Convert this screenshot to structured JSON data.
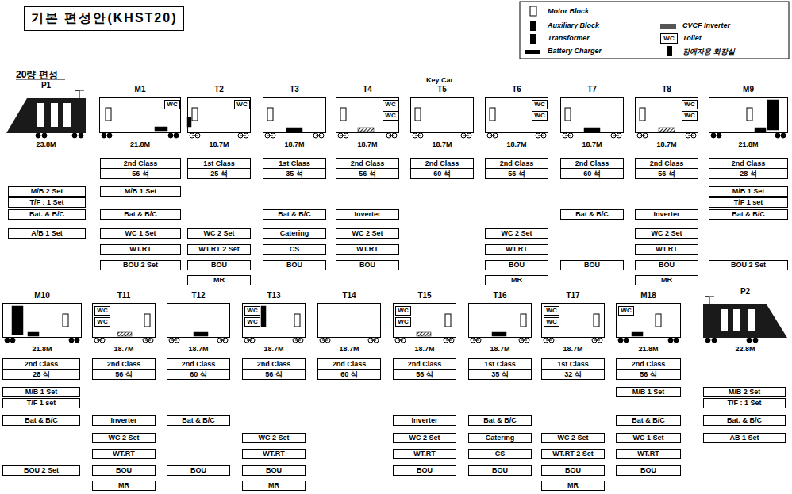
{
  "diagram": {
    "title": "기본 편성안(KHST20)",
    "nodes": [
      {
        "text": [
          "P1"
        ]
      },
      {
        "text": [
          "M/B 2 Set"
        ]
      },
      {
        "text": [
          "T/F : 1 Set"
        ]
      },
      {
        "text": [
          "Bat. & B/C"
        ]
      },
      {
        "text": [
          "A/B 1 Set"
        ]
      },
      {
        "text": [
          "M1"
        ]
      },
      {
        "text": [
          "WC"
        ],
        "in": 5
      },
      {
        "text": [
          "2nd Class"
        ]
      },
      {
        "text": [
          "56 석"
        ]
      },
      {
        "text": [
          "M/B 1 Set"
        ]
      },
      {
        "text": [
          "Bat & B/C"
        ]
      },
      {
        "text": [
          "WC 1 Set"
        ]
      },
      {
        "text": [
          "WT.RT"
        ]
      },
      {
        "text": [
          "BOU 2 Set"
        ]
      },
      {
        "text": [
          "T2"
        ]
      },
      {
        "text": [
          "WC"
        ],
        "in": 14
      },
      {
        "text": [
          "1st Class"
        ]
      },
      {
        "text": [
          "25 석"
        ]
      },
      {
        "text": [
          "WC 2 Set"
        ]
      },
      {
        "text": [
          "WT.RT 2 Set"
        ]
      },
      {
        "text": [
          "BOU"
        ]
      },
      {
        "text": [
          "MR"
        ]
      },
      {
        "text": [
          "T3"
        ]
      },
      {
        "text": [
          "1st Class"
        ]
      },
      {
        "text": [
          "35 석"
        ]
      },
      {
        "text": [
          "Bat & B/C"
        ]
      },
      {
        "text": [
          "Catering"
        ]
      },
      {
        "text": [
          "CS"
        ]
      },
      {
        "text": [
          "BOU"
        ]
      },
      {
        "text": [
          "T4"
        ]
      },
      {
        "text": [
          "WC"
        ],
        "in": 29
      },
      {
        "text": [
          "WC"
        ],
        "in": 29
      },
      {
        "text": [
          "2nd Class"
        ]
      },
      {
        "text": [
          "56 석"
        ]
      },
      {
        "text": [
          "Inverter"
        ]
      },
      {
        "text": [
          "WC 2 Set"
        ]
      },
      {
        "text": [
          "WT.RT"
        ]
      },
      {
        "text": [
          "BOU"
        ]
      },
      {
        "text": [
          "T5"
        ]
      },
      {
        "text": [
          "2nd Class"
        ]
      },
      {
        "text": [
          "60 석"
        ]
      },
      {
        "text": [
          "T6"
        ]
      },
      {
        "text": [
          "WC"
        ],
        "in": 41
      },
      {
        "text": [
          "WC"
        ],
        "in": 41
      },
      {
        "text": [
          "2nd Class"
        ]
      },
      {
        "text": [
          "56 석"
        ]
      },
      {
        "text": [
          "WC 2 Set"
        ]
      },
      {
        "text": [
          "WT.RT"
        ]
      },
      {
        "text": [
          "BOU"
        ]
      },
      {
        "text": [
          "MR"
        ]
      },
      {
        "text": [
          "T7"
        ]
      },
      {
        "text": [
          "2nd Class"
        ]
      },
      {
        "text": [
          "60 석"
        ]
      },
      {
        "text": [
          "Bat & B/C"
        ]
      },
      {
        "text": [
          "BOU"
        ]
      },
      {
        "text": [
          "T8"
        ]
      },
      {
        "text": [
          "WC"
        ],
        "in": 55
      },
      {
        "text": [
          "WC"
        ],
        "in": 55
      },
      {
        "text": [
          "2nd Class"
        ]
      },
      {
        "text": [
          "56 석"
        ]
      },
      {
        "text": [
          "Inverter"
        ]
      },
      {
        "text": [
          "WC 2 Set"
        ]
      },
      {
        "text": [
          "WT.RT"
        ]
      },
      {
        "text": [
          "BOU"
        ]
      },
      {
        "text": [
          "MR"
        ]
      },
      {
        "text": [
          "M9"
        ]
      },
      {
        "text": [
          "2nd Class"
        ]
      },
      {
        "text": [
          "28 석"
        ]
      },
      {
        "text": [
          "M/B 1 Set"
        ]
      },
      {
        "text": [
          "T/F 1 set"
        ]
      },
      {
        "text": [
          "Bat & B/C"
        ]
      },
      {
        "text": [
          "BOU 2 Set"
        ]
      },
      {
        "text": [
          "M10"
        ]
      },
      {
        "text": [
          "2nd Class"
        ]
      },
      {
        "text": [
          "28 석"
        ]
      },
      {
        "text": [
          "M/B 1 Set"
        ]
      },
      {
        "text": [
          "T/F 1 set"
        ]
      },
      {
        "text": [
          "Bat & B/C"
        ]
      },
      {
        "text": [
          "BOU 2 Set"
        ]
      },
      {
        "text": [
          "T11"
        ]
      },
      {
        "text": [
          "WC"
        ],
        "in": 79
      },
      {
        "text": [
          "WC"
        ],
        "in": 79
      },
      {
        "text": [
          "2nd Class"
        ]
      },
      {
        "text": [
          "56 석"
        ]
      },
      {
        "text": [
          "Inverter"
        ]
      },
      {
        "text": [
          "WC 2 Set"
        ]
      },
      {
        "text": [
          "WT.RT"
        ]
      },
      {
        "text": [
          "BOU"
        ]
      },
      {
        "text": [
          "MR"
        ]
      },
      {
        "text": [
          "T12"
        ]
      },
      {
        "text": [
          "2nd Class"
        ]
      },
      {
        "text": [
          "60 석"
        ]
      },
      {
        "text": [
          "Bat & B/C"
        ]
      },
      {
        "text": [
          "BOU"
        ]
      },
      {
        "text": [
          "T13"
        ]
      },
      {
        "text": [
          "WC"
        ],
        "in": 94
      },
      {
        "text": [
          "WC"
        ],
        "in": 94
      },
      {
        "text": [
          "2nd Class"
        ]
      },
      {
        "text": [
          "56 석"
        ]
      },
      {
        "text": [
          "WC 2 Set"
        ]
      },
      {
        "text": [
          "WT.RT"
        ]
      },
      {
        "text": [
          "BOU"
        ]
      },
      {
        "text": [
          "MR"
        ]
      },
      {
        "text": [
          "T14"
        ]
      },
      {
        "text": [
          "2nd Class"
        ]
      },
      {
        "text": [
          "60 석"
        ]
      },
      {
        "text": [
          "T15"
        ]
      },
      {
        "text": [
          "WC"
        ],
        "in": 106
      },
      {
        "text": [
          "WC"
        ],
        "in": 106
      },
      {
        "text": [
          "2nd Class"
        ]
      },
      {
        "text": [
          "56 석"
        ]
      },
      {
        "text": [
          "Inverter"
        ]
      },
      {
        "text": [
          "WC 2 Set"
        ]
      },
      {
        "text": [
          "WT.RT"
        ]
      },
      {
        "text": [
          "BOU"
        ]
      },
      {
        "text": [
          "T16"
        ]
      },
      {
        "text": [
          "1st Class"
        ]
      },
      {
        "text": [
          "35 석"
        ]
      },
      {
        "text": [
          "Bat & B/C"
        ]
      },
      {
        "text": [
          "Catering"
        ]
      },
      {
        "text": [
          "CS"
        ]
      },
      {
        "text": [
          "BOU"
        ]
      },
      {
        "text": [
          "T17"
        ]
      },
      {
        "text": [
          "WC"
        ],
        "in": 122
      },
      {
        "text": [
          "WC"
        ],
        "in": 122
      },
      {
        "text": [
          "1st Class"
        ]
      },
      {
        "text": [
          "32 석"
        ]
      },
      {
        "text": [
          "WC 2 Set"
        ]
      },
      {
        "text": [
          "WT.RT 2 Set"
        ]
      },
      {
        "text": [
          "BOU"
        ]
      },
      {
        "text": [
          "MR"
        ]
      },
      {
        "text": [
          "M18"
        ]
      },
      {
        "text": [
          "WC"
        ],
        "in": 131
      },
      {
        "text": [
          "2nd Class"
        ]
      },
      {
        "text": [
          "56 석"
        ]
      },
      {
        "text": [
          "M/B 1 Set"
        ]
      },
      {
        "text": [
          "Bat & B/C"
        ]
      },
      {
        "text": [
          "WC 1 Set"
        ]
      },
      {
        "text": [
          "WT.RT"
        ]
      },
      {
        "text": [
          "BOU"
        ]
      },
      {
        "text": [
          "P2"
        ]
      },
      {
        "text": [
          "M/B 2 Set"
        ]
      },
      {
        "text": [
          "T/F : 1 Set"
        ]
      },
      {
        "text": [
          "Bat. & B/C"
        ]
      },
      {
        "text": [
          "AB 1 Set"
        ]
      }
    ],
    "labels": [
      "20량 편성",
      "Key Car",
      "WC",
      "23.8M",
      "21.8M",
      "18.7M",
      "18.7M",
      "18.7M",
      "18.7M",
      "18.7M",
      "18.7M",
      "18.7M",
      "21.8M",
      "21.8M",
      "18.7M",
      "18.7M",
      "18.7M",
      "18.7M",
      "18.7M",
      "18.7M",
      "18.7M",
      "21.8M",
      "22.8M"
    ],
    "legend": [
      {
        "text": "Motor Block"
      },
      {
        "text": "Auxiliary Block",
        "color": "#000000"
      },
      {
        "text": "Transformer",
        "color": "#000000"
      },
      {
        "text": "Battery Charger",
        "color": "#000000"
      },
      {
        "text": "CVCF Inverter",
        "color": "#555555"
      },
      {
        "text": "Toilet"
      },
      {
        "text": "장애자용 화장실",
        "color": "#000000"
      }
    ]
  }
}
